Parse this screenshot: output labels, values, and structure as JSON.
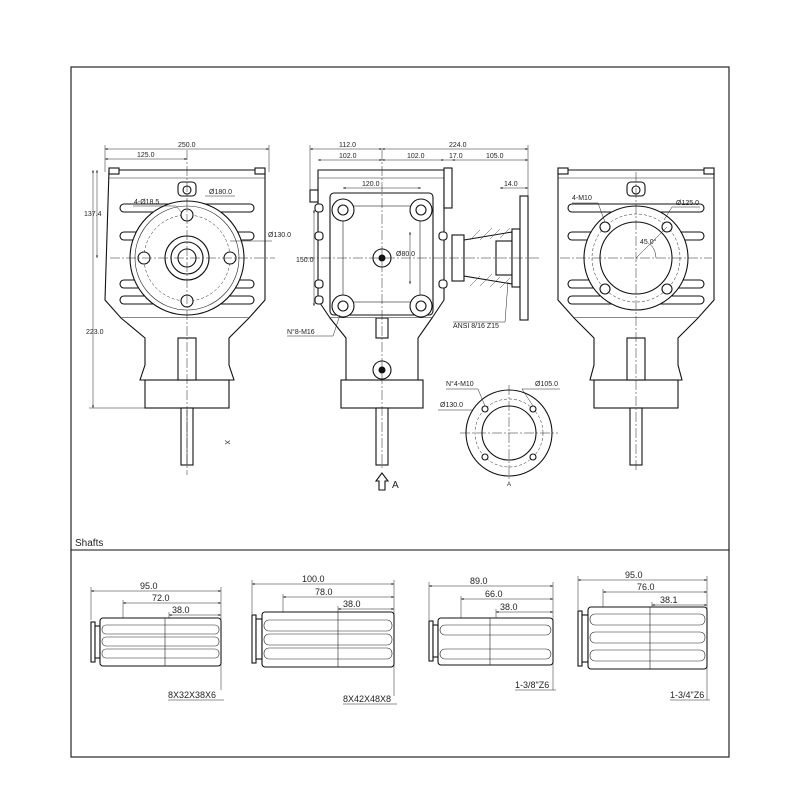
{
  "front_view": {
    "dims": [
      "250.0",
      "125.0",
      "137.4",
      "223.0",
      "4-Ø18.5",
      "Ø180.0",
      "Ø130.0"
    ]
  },
  "side_view": {
    "dims": [
      "112.0",
      "224.0",
      "102.0",
      "102.0",
      "17.0",
      "105.0",
      "14.0",
      "120.0",
      "150.0",
      "Ø80.0",
      "N°8-M16",
      "ANSI 8/16 Z15"
    ],
    "arrow_label": "A"
  },
  "rear_view": {
    "dims": [
      "4-M10",
      "Ø125.0",
      "45.0°"
    ]
  },
  "view_a": {
    "dims": [
      "N°4-M10",
      "Ø105.0",
      "Ø130.0"
    ],
    "caption": "A"
  },
  "front_side_mark": "X",
  "shafts_section": {
    "title": "Shafts",
    "shafts": [
      {
        "dims": [
          "95.0",
          "72.0",
          "38.0"
        ],
        "spec": "8X32X38X6"
      },
      {
        "dims": [
          "100.0",
          "78.0",
          "38.0"
        ],
        "spec": "8X42X48X8"
      },
      {
        "dims": [
          "89.0",
          "66.0",
          "38.0"
        ],
        "spec": "1-3/8\"Z6"
      },
      {
        "dims": [
          "95.0",
          "76.0",
          "38.1"
        ],
        "spec": "1-3/4\"Z6"
      }
    ]
  }
}
